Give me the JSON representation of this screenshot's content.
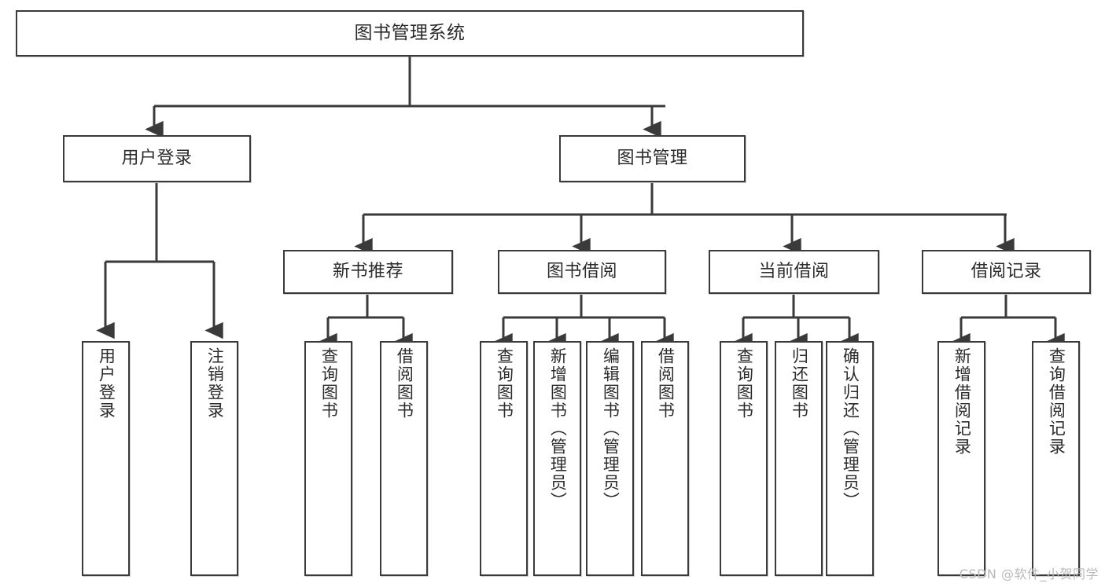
{
  "diagram": {
    "title": "图书管理系统",
    "type": "tree-hierarchy",
    "watermark": "CSDN @软件_小贺同学",
    "colors": {
      "stroke": "#3a3a3a",
      "fill": "#ffffff",
      "text": "#2b2b2b",
      "watermark": "#b9b9b9"
    }
  },
  "nodes": {
    "root": {
      "label": "图书管理系统"
    },
    "level1": [
      {
        "id": "user-login",
        "label": "用户登录"
      },
      {
        "id": "book-manage",
        "label": "图书管理"
      }
    ],
    "level2": [
      {
        "id": "new-book-recommend",
        "label": "新书推荐"
      },
      {
        "id": "book-borrow",
        "label": "图书借阅"
      },
      {
        "id": "current-borrow",
        "label": "当前借阅"
      },
      {
        "id": "borrow-record",
        "label": "借阅记录"
      }
    ],
    "leaves": {
      "user-login": [
        {
          "id": "leaf-user-login",
          "label": "用户登录"
        },
        {
          "id": "leaf-logout",
          "label": "注销登录"
        }
      ],
      "new-book-recommend": [
        {
          "id": "leaf-query-book-1",
          "label": "查询图书"
        },
        {
          "id": "leaf-borrow-book-1",
          "label": "借阅图书"
        }
      ],
      "book-borrow": [
        {
          "id": "leaf-query-book-2",
          "label": "查询图书"
        },
        {
          "id": "leaf-add-book",
          "label": "新增图书（管理员）"
        },
        {
          "id": "leaf-edit-book",
          "label": "编辑图书（管理员）"
        },
        {
          "id": "leaf-borrow-book-2",
          "label": "借阅图书"
        }
      ],
      "current-borrow": [
        {
          "id": "leaf-query-book-3",
          "label": "查询图书"
        },
        {
          "id": "leaf-return-book",
          "label": "归还图书"
        },
        {
          "id": "leaf-confirm-return",
          "label": "确认归还（管理员）"
        }
      ],
      "borrow-record": [
        {
          "id": "leaf-add-record",
          "label": "新增借阅记录"
        },
        {
          "id": "leaf-query-record",
          "label": "查询借阅记录"
        }
      ]
    }
  }
}
